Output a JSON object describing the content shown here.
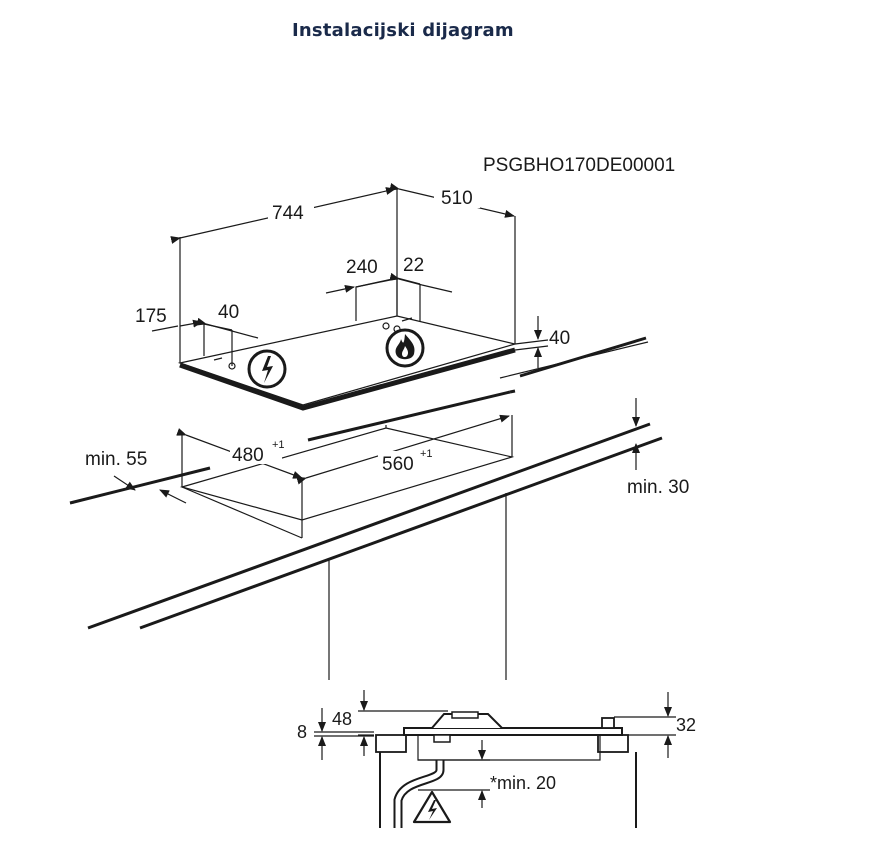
{
  "header": {
    "title": "Instalacijski dijagram"
  },
  "diagram": {
    "code": "PSGBHO170DE00001",
    "dims": {
      "width": "744",
      "depth": "510",
      "gas_offset": "240",
      "gas_side": "22",
      "elec_offset": "175",
      "elec_side": "40",
      "height": "40",
      "cut_depth": "480",
      "cut_width": "560",
      "tol": "+1",
      "min_front": "min. 55",
      "min_back": "min. 30",
      "bottom_8": "8",
      "bottom_48": "48",
      "bottom_32": "32",
      "bottom_min20": "*min. 20"
    },
    "icons": [
      "electric-supply-icon",
      "gas-supply-icon",
      "electric-warning-icon"
    ]
  }
}
